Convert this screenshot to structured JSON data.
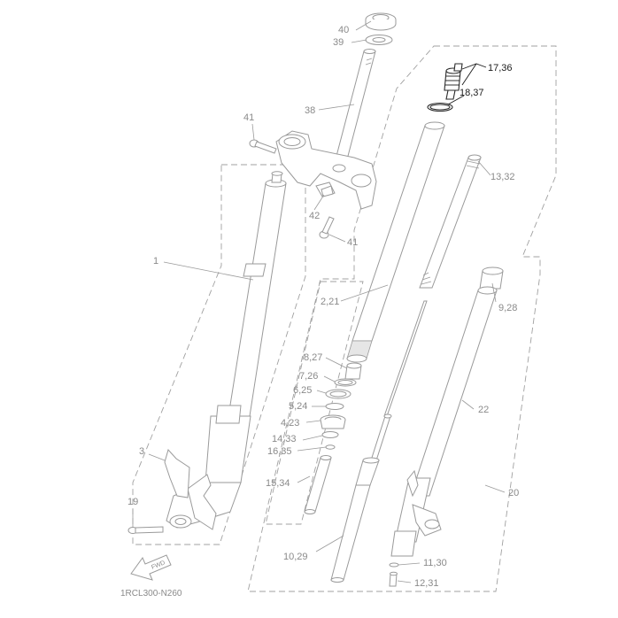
{
  "diagram": {
    "code": "1RCL300-N260",
    "fwd_label": "FWD",
    "callouts": {
      "c1": "1",
      "c2_21": "2,21",
      "c3": "3",
      "c4_23": "4,23",
      "c5_24": "5,24",
      "c6_25": "6,25",
      "c7_26": "7,26",
      "c8_27": "8,27",
      "c9_28": "9,28",
      "c10_29": "10,29",
      "c11_30": "11,30",
      "c12_31": "12,31",
      "c13_32": "13,32",
      "c14_33": "14,33",
      "c15_34": "15,34",
      "c16_35": "16,35",
      "c17_36": "17,36",
      "c18_37": "18,37",
      "c19": "19",
      "c20": "20",
      "c22": "22",
      "c38": "38",
      "c39": "39",
      "c40": "40",
      "c41a": "41",
      "c41b": "41",
      "c42": "42"
    }
  }
}
